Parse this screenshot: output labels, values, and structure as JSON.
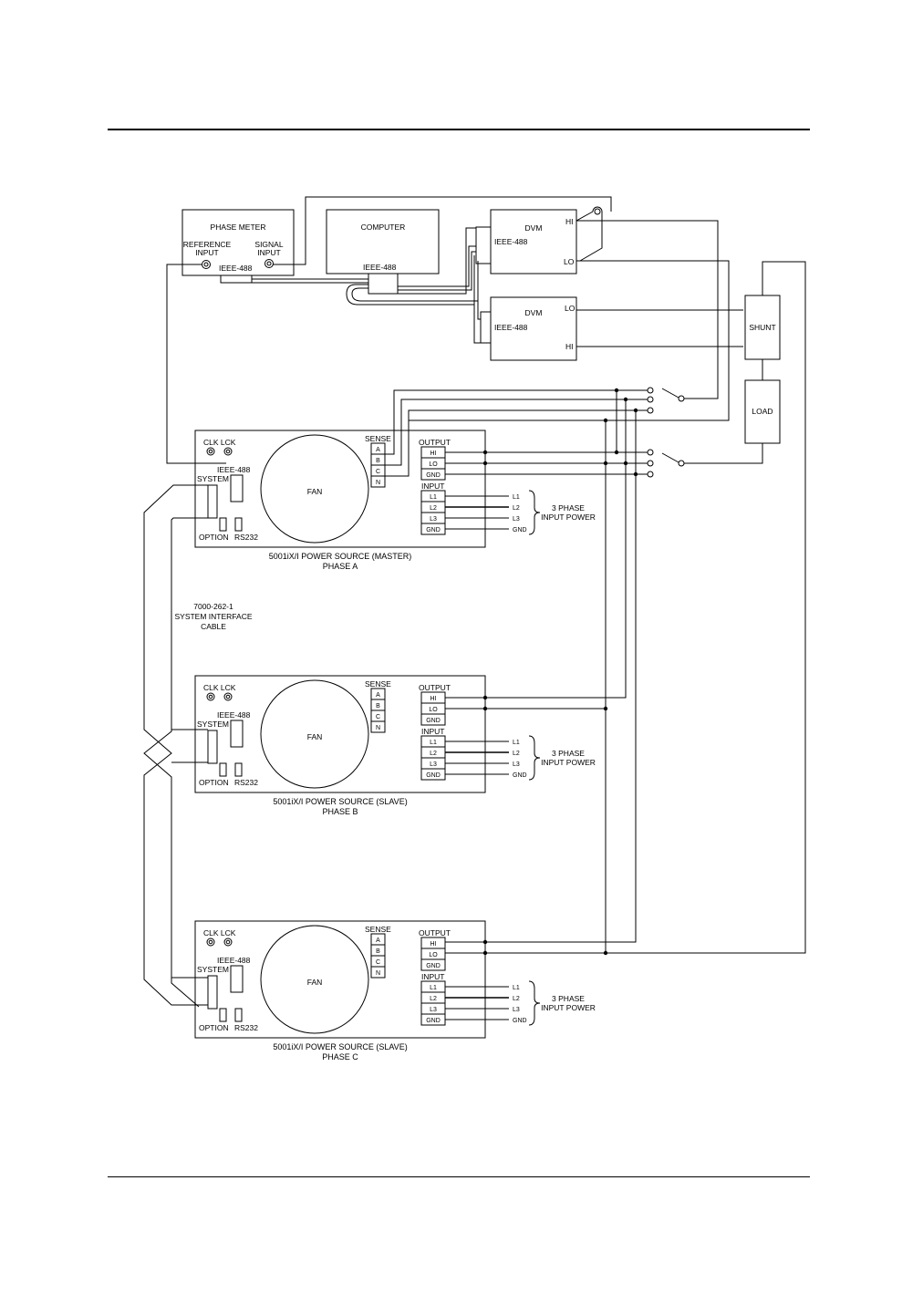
{
  "phase_meter": {
    "title": "PHASE METER",
    "reference_input": [
      "REFERENCE",
      "INPUT"
    ],
    "signal_input": [
      "SIGNAL",
      "INPUT"
    ],
    "bus": "IEEE-488"
  },
  "computer": {
    "title": "COMPUTER",
    "bus": "IEEE-488"
  },
  "dvm1": {
    "title": "DVM",
    "bus": "IEEE-488",
    "hi": "HI",
    "lo": "LO"
  },
  "dvm2": {
    "title": "DVM",
    "bus": "IEEE-488",
    "hi": "HI",
    "lo": "LO"
  },
  "shunt": "SHUNT",
  "load": "LOAD",
  "cable_label": [
    "7000-262-1",
    "SYSTEM INTERFACE",
    "CABLE"
  ],
  "common": {
    "clk_lck": "CLK LCK",
    "ieee": "IEEE-488",
    "system": "SYSTEM",
    "fan": "FAN",
    "option": "OPTION",
    "rs232": "RS232",
    "sense": "SENSE",
    "sense_terms": [
      "A",
      "B",
      "C",
      "N"
    ],
    "output": "OUTPUT",
    "output_terms": [
      "HI",
      "LO",
      "GND"
    ],
    "input": "INPUT",
    "input_terms": [
      "L1",
      "L2",
      "L3",
      "GND"
    ],
    "line_terms": [
      "L1",
      "L2",
      "L3",
      "GND"
    ],
    "phase_power": [
      "3 PHASE",
      "INPUT POWER"
    ]
  },
  "units": [
    {
      "caption": "5001iX/I POWER SOURCE (MASTER)",
      "phase": "PHASE A"
    },
    {
      "caption": "5001iX/I POWER SOURCE (SLAVE)",
      "phase": "PHASE B"
    },
    {
      "caption": "5001iX/I POWER SOURCE (SLAVE)",
      "phase": "PHASE C"
    }
  ]
}
